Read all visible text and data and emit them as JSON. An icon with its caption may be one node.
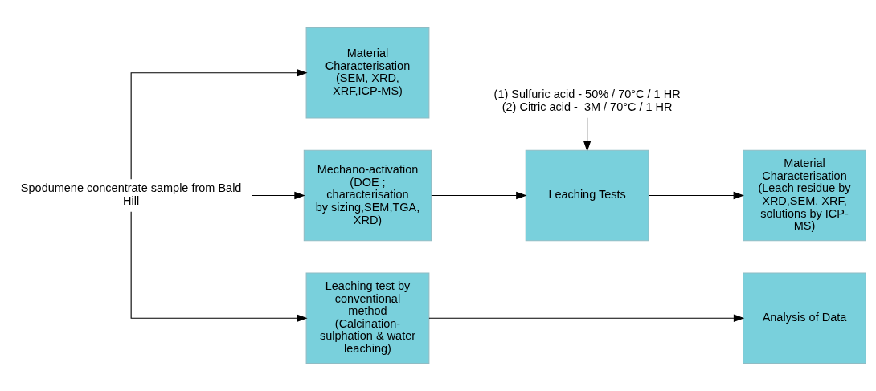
{
  "diagram": {
    "nodes": [
      {
        "text": [
          "Spodumene concentrate sample from Bald Hill"
        ]
      },
      {
        "text": [
          "Material Characterisation (SEM, XRD, XRF,ICP-MS)"
        ]
      },
      {
        "text": [
          "Mechano-activation (DOE ; characterisation by sizing,SEM,TGA,XRD)"
        ]
      },
      {
        "text": [
          "(1) Sulfuric acid - 50% / 70°C / 1 HR",
          "(2) Citric acid -  3M / 70°C / 1 HR"
        ]
      },
      {
        "text": [
          "Leaching Tests"
        ]
      },
      {
        "text": [
          "Material Characterisation (Leach residue by XRD,SEM, XRF, solutions by ICP-MS)"
        ]
      },
      {
        "text": [
          "Leaching test by conventional method (Calcination-sulphation & water leaching)"
        ]
      },
      {
        "text": [
          "Analysis of Data"
        ]
      }
    ],
    "edges": [
      {
        "from": 0,
        "to": 1,
        "arrow": "to"
      },
      {
        "from": 0,
        "to": 2,
        "arrow": "to"
      },
      {
        "from": 0,
        "to": 6,
        "arrow": "to"
      },
      {
        "from": 2,
        "to": 4,
        "arrow": "to"
      },
      {
        "from": 3,
        "to": 4,
        "arrow": "to"
      },
      {
        "from": 4,
        "to": 5,
        "arrow": "to"
      },
      {
        "from": 6,
        "to": 7,
        "arrow": "to"
      }
    ]
  }
}
